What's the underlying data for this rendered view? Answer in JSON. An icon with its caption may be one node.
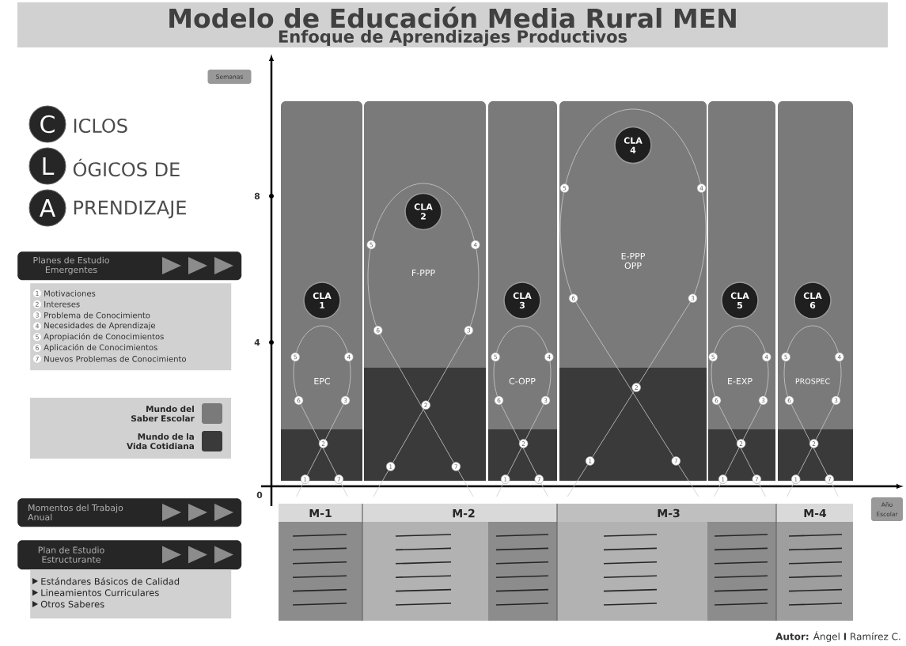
{
  "diagram": {
    "title": "Modelo de Educación Media Rural MEN",
    "nodes": [
      {
        "text": [
          "C"
        ],
        "beside": [
          "ICLOS"
        ]
      },
      {
        "text": [
          "L"
        ],
        "beside": [
          "ÓGICOS DE"
        ]
      },
      {
        "text": [
          "A"
        ],
        "beside": [
          "PRENDIZAJE"
        ]
      },
      {
        "text": [
          "Planes de Estudio Emergentes"
        ]
      },
      {
        "text": [
          "1",
          "Motivaciones",
          "2",
          "Intereses",
          "3",
          "Problema de Conocimiento",
          "4",
          "Necesidades de Aprendizaje",
          "5",
          "Apropiación de Conocimientos",
          "6",
          "Aplicación de Conocimientos",
          "7",
          "Nuevos Problemas de Conocimiento"
        ]
      },
      {
        "text": [
          "Momentos del Trabajo Anual"
        ]
      },
      {
        "text": [
          "Plan de Estudio Estructurante"
        ]
      },
      {
        "text": [
          "Estándares Básicos de Calidad",
          "Lineamientos Curriculares",
          "Otros Saberes"
        ]
      },
      {
        "text": [
          "Semanas"
        ]
      },
      {
        "text": [
          "Año Escolar"
        ]
      },
      {
        "text": [
          "CLA 1"
        ]
      },
      {
        "text": [
          "CLA 2"
        ],
        "in": 17
      },
      {
        "text": [
          "CLA 3"
        ]
      },
      {
        "text": [
          "CLA 4"
        ],
        "in": 19
      },
      {
        "text": [
          "CLA 5"
        ]
      },
      {
        "text": [
          "CLA 6"
        ]
      },
      {
        "text": [
          "EPC",
          "1",
          "2",
          "3",
          "4",
          "5",
          "6",
          "7"
        ]
      },
      {
        "text": [
          "F-PPP",
          "1",
          "2",
          "3",
          "4",
          "5",
          "6",
          "7"
        ]
      },
      {
        "text": [
          "C-OPP",
          "1",
          "2",
          "3",
          "4",
          "5",
          "6",
          "7"
        ]
      },
      {
        "text": [
          "E-PPP OPP",
          "1",
          "2",
          "3",
          "4",
          "5",
          "6",
          "7"
        ]
      },
      {
        "text": [
          "E-EXP",
          "1",
          "2",
          "3",
          "4",
          "5",
          "6",
          "7"
        ]
      },
      {
        "text": [
          "PROSPEC",
          "1",
          "2",
          "3",
          "4",
          "5",
          "6",
          "7"
        ]
      }
    ],
    "labels": [
      "Enfoque de Aprendizajes Productivos",
      "8",
      "4",
      "0",
      "M-1",
      "M-2",
      "M-3",
      "M-4",
      "**Autor:** Ángel **I** Ramírez C."
    ],
    "legend": [
      {
        "text": "Mundo del Saber Escolar",
        "color": "#7a7a7a"
      },
      {
        "text": "Mundo de la Vida Cotidiana",
        "color": "#3a3a3a"
      }
    ]
  }
}
